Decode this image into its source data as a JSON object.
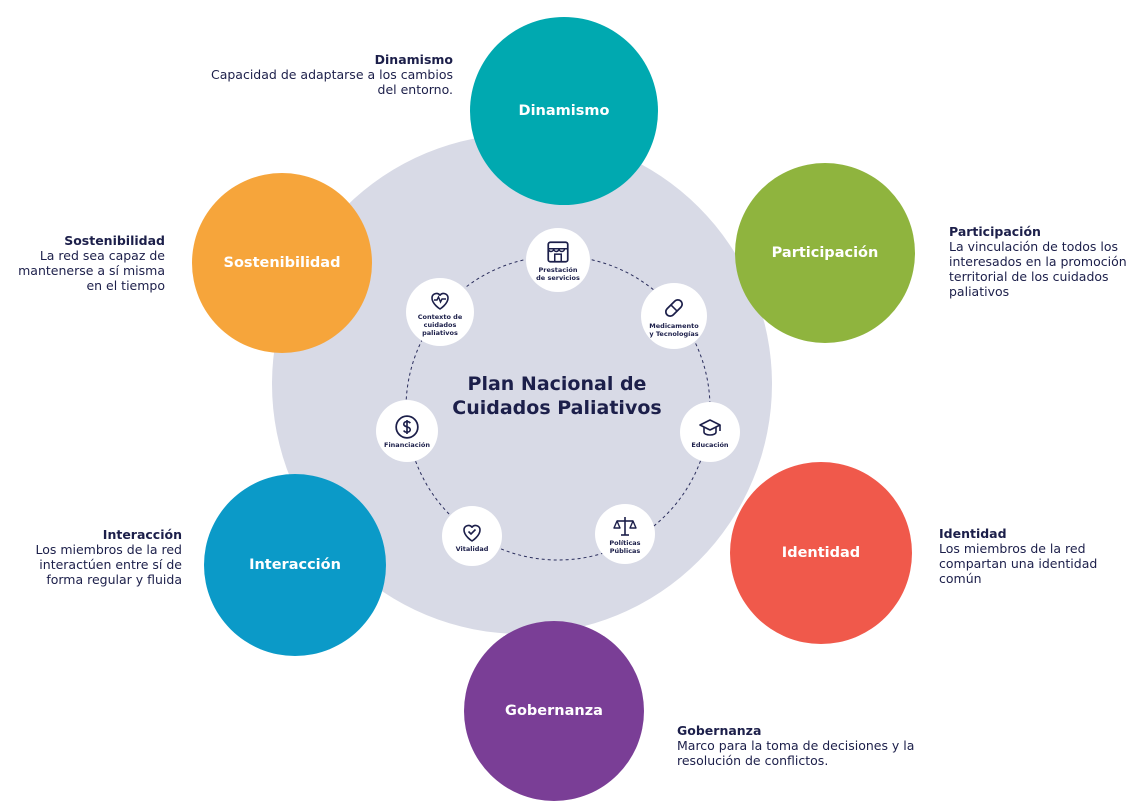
{
  "center_title": "Plan Nacional de Cuidados Paliativos",
  "petals": {
    "dinamismo": "Dinamismo",
    "participacion": "Participación",
    "identidad": "Identidad",
    "gobernanza": "Gobernanza",
    "interaccion": "Interacción",
    "sostenibilidad": "Sostenibilidad"
  },
  "descriptions": {
    "dinamismo": {
      "title": "Dinamismo",
      "body": "Capacidad de adaptarse a los cambios del entorno."
    },
    "participacion": {
      "title": "Participación",
      "body": "La vinculación de todos los interesados en la promoción territorial de los cuidados paliativos"
    },
    "identidad": {
      "title": "Identidad",
      "body": "Los miembros de la red compartan una identidad común"
    },
    "gobernanza": {
      "title": "Gobernanza",
      "body": "Marco para la toma de decisiones y la resolución de conflictos."
    },
    "interaccion": {
      "title": "Interacción",
      "body": "Los miembros de la red interactúen entre sí de forma regular y fluida"
    },
    "sostenibilidad": {
      "title": "Sostenibilidad",
      "body": "La red sea capaz de mantenerse a sí misma en el tiempo"
    }
  },
  "nodes": {
    "prestacion": {
      "line1": "Prestación",
      "line2": "de servicios",
      "icon": "store-icon"
    },
    "medicamento": {
      "line1": "Medicamento",
      "line2": "y Tecnologías",
      "icon": "pill-icon"
    },
    "educacion": {
      "line1": "Educación",
      "icon": "graduation-cap-icon"
    },
    "politicas": {
      "line1": "Políticas",
      "line2": "Públicas",
      "icon": "scale-icon"
    },
    "vitalidad": {
      "line1": "Vitalidad",
      "icon": "heart-check-icon"
    },
    "financiacion": {
      "line1": "Financiación",
      "icon": "dollar-icon"
    },
    "contexto": {
      "line1": "Contexto de",
      "line2": "cuidados paliativos",
      "icon": "heart-pulse-icon"
    }
  },
  "colors": {
    "dinamismo": "#00a9b0",
    "participacion": "#8fb43e",
    "identidad": "#f0594b",
    "gobernanza": "#7a3e96",
    "interaccion": "#0b9ac8",
    "sostenibilidad": "#f6a53b",
    "background_disc": "#d8dae6",
    "text": "#1c1f4a"
  }
}
